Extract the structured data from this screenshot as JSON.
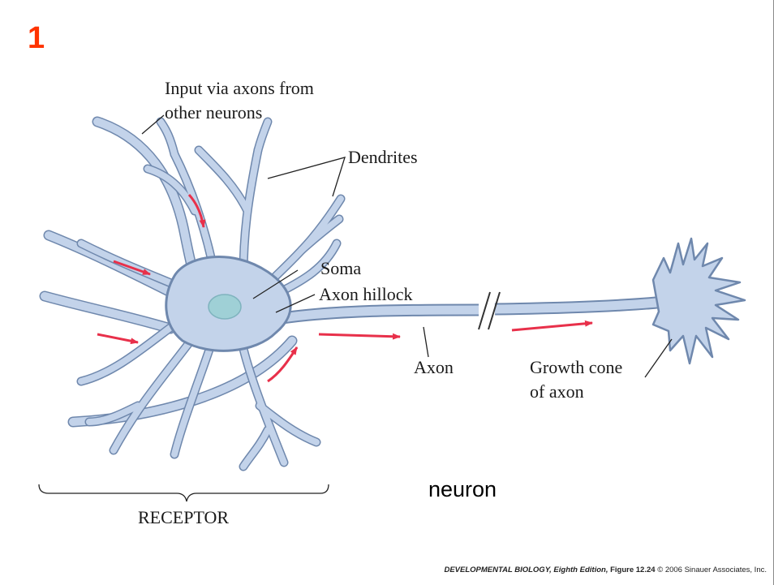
{
  "slide_number": "1",
  "labels": {
    "input_line1": "Input via axons from",
    "input_line2": "other neurons",
    "dendrites": "Dendrites",
    "soma": "Soma",
    "axon_hillock": "Axon hillock",
    "axon": "Axon",
    "growth_cone_line1": "Growth cone",
    "growth_cone_line2": "of axon",
    "receptor": "RECEPTOR"
  },
  "caption": "neuron",
  "credit": {
    "book_title": "DEVELOPMENTAL BIOLOGY, Eighth Edition,",
    "figure": "Figure 12.24",
    "copyright": "© 2006 Sinauer Associates, Inc."
  },
  "colors": {
    "neuron_fill": "#c3d3ea",
    "neuron_outline": "#6f88ad",
    "nucleus": "#9fd0d6",
    "arrow": "#e8304a",
    "slide_number": "#ff3300"
  }
}
